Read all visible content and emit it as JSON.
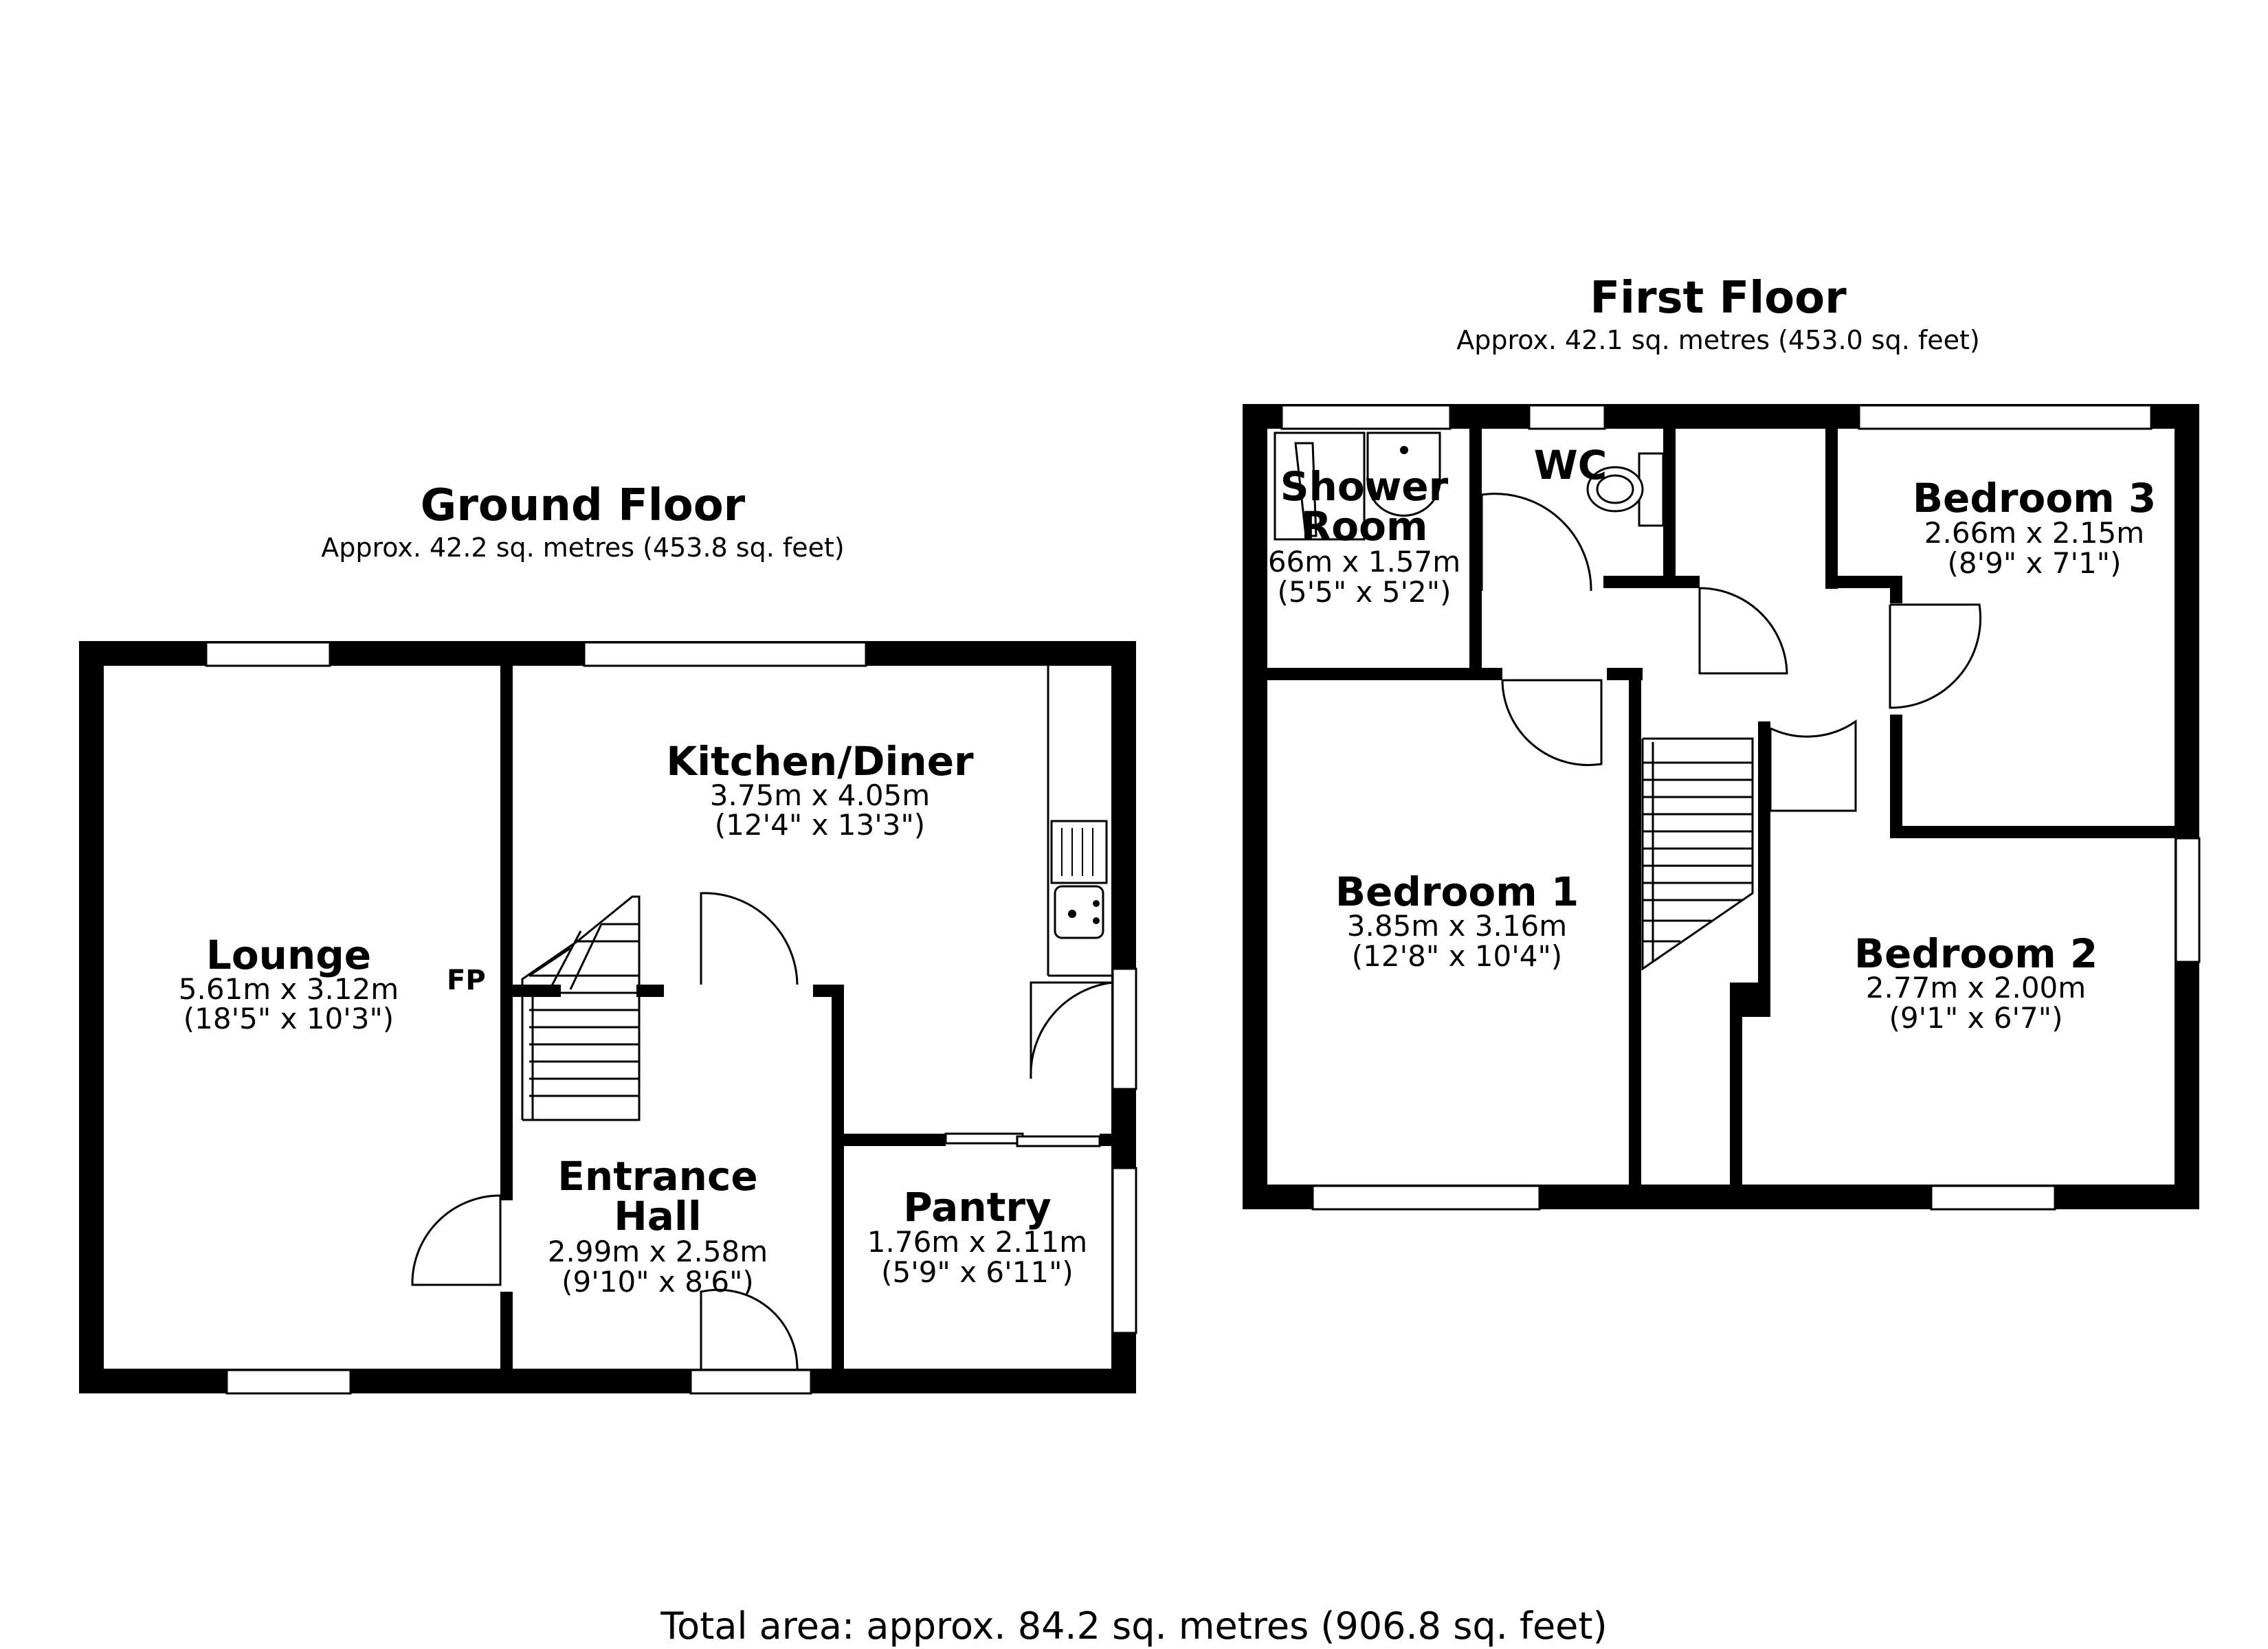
{
  "ground_floor": {
    "title": "Ground Floor",
    "area": "Approx. 42.2 sq. metres (453.8 sq. feet)",
    "rooms": [
      {
        "name": "Lounge",
        "dim_metric": "5.61m x 3.12m",
        "dim_imperial": "(18'5\" x 10'3\")"
      },
      {
        "name": "Kitchen/Diner",
        "dim_metric": "3.75m x 4.05m",
        "dim_imperial": "(12'4\" x 13'3\")"
      },
      {
        "name_line1": "Entrance",
        "name_line2": "Hall",
        "dim_metric": "2.99m x 2.58m",
        "dim_imperial": "(9'10\" x 8'6\")"
      },
      {
        "name": "Pantry",
        "dim_metric": "1.76m x 2.11m",
        "dim_imperial": "(5'9\" x 6'11\")"
      }
    ],
    "fp_label": "FP"
  },
  "first_floor": {
    "title": "First Floor",
    "area": "Approx. 42.1 sq. metres (453.0 sq. feet)",
    "rooms": [
      {
        "name_line1": "Shower",
        "name_line2": "Room",
        "dim_metric": "66m x 1.57m",
        "dim_imperial": "(5'5\" x 5'2\")"
      },
      {
        "name": "WC"
      },
      {
        "name": "Bedroom 3",
        "dim_metric": "2.66m x 2.15m",
        "dim_imperial": "(8'9\" x 7'1\")"
      },
      {
        "name": "Bedroom 1",
        "dim_metric": "3.85m x 3.16m",
        "dim_imperial": "(12'8\" x 10'4\")"
      },
      {
        "name": "Bedroom 2",
        "dim_metric": "2.77m x 2.00m",
        "dim_imperial": "(9'1\" x 6'7\")"
      }
    ]
  },
  "total_area": "Total area: approx. 84.2 sq. metres (906.8 sq. feet)"
}
